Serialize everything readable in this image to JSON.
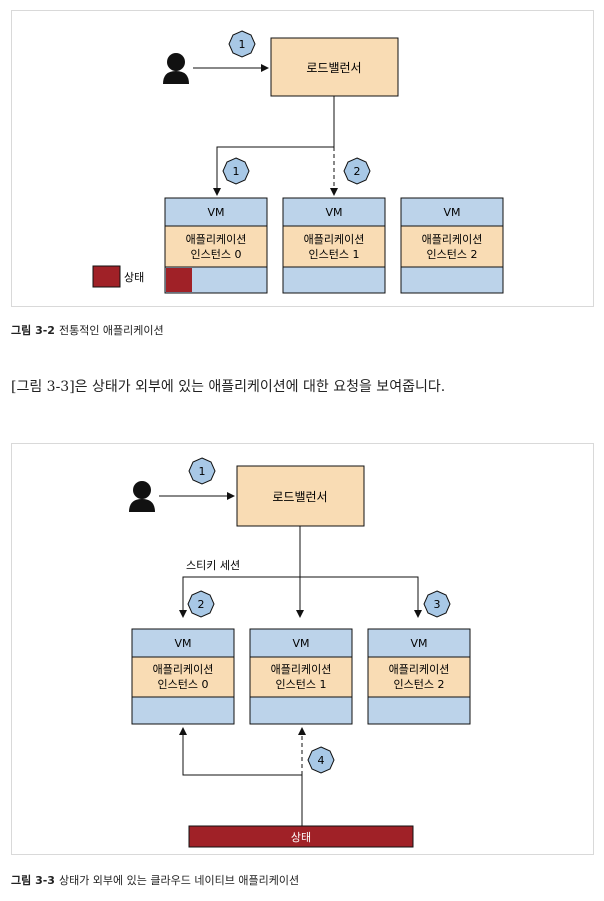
{
  "figure1": {
    "lb_label": "로드밸런서",
    "steps": [
      "1",
      "1",
      "2"
    ],
    "vm_header": "VM",
    "instances": [
      {
        "app": "애플리케이션",
        "name": "인스턴스 0"
      },
      {
        "app": "애플리케이션",
        "name": "인스턴스 1"
      },
      {
        "app": "애플리케이션",
        "name": "인스턴스 2"
      }
    ],
    "legend_state": "상태",
    "caption_num": "그림 3-2",
    "caption_text": "전통적인 애플리케이션"
  },
  "body_text": "[그림 3-3]은 상태가 외부에 있는 애플리케이션에 대한 요청을 보여줍니다.",
  "figure2": {
    "lb_label": "로드밸런서",
    "sticky_label": "스티키 세션",
    "steps": [
      "1",
      "2",
      "3",
      "4"
    ],
    "vm_header": "VM",
    "instances": [
      {
        "app": "애플리케이션",
        "name": "인스턴스 0"
      },
      {
        "app": "애플리케이션",
        "name": "인스턴스 1"
      },
      {
        "app": "애플리케이션",
        "name": "인스턴스 2"
      }
    ],
    "state_label": "상태",
    "caption_num": "그림 3-3",
    "caption_text": "상태가 외부에 있는 클라우드 네이티브 애플리케이션"
  },
  "colors": {
    "loadbalancer": "#f9dcb4",
    "vm_blue": "#bcd3ea",
    "state_red": "#a02127",
    "step_badge": "#a8c8e6"
  }
}
